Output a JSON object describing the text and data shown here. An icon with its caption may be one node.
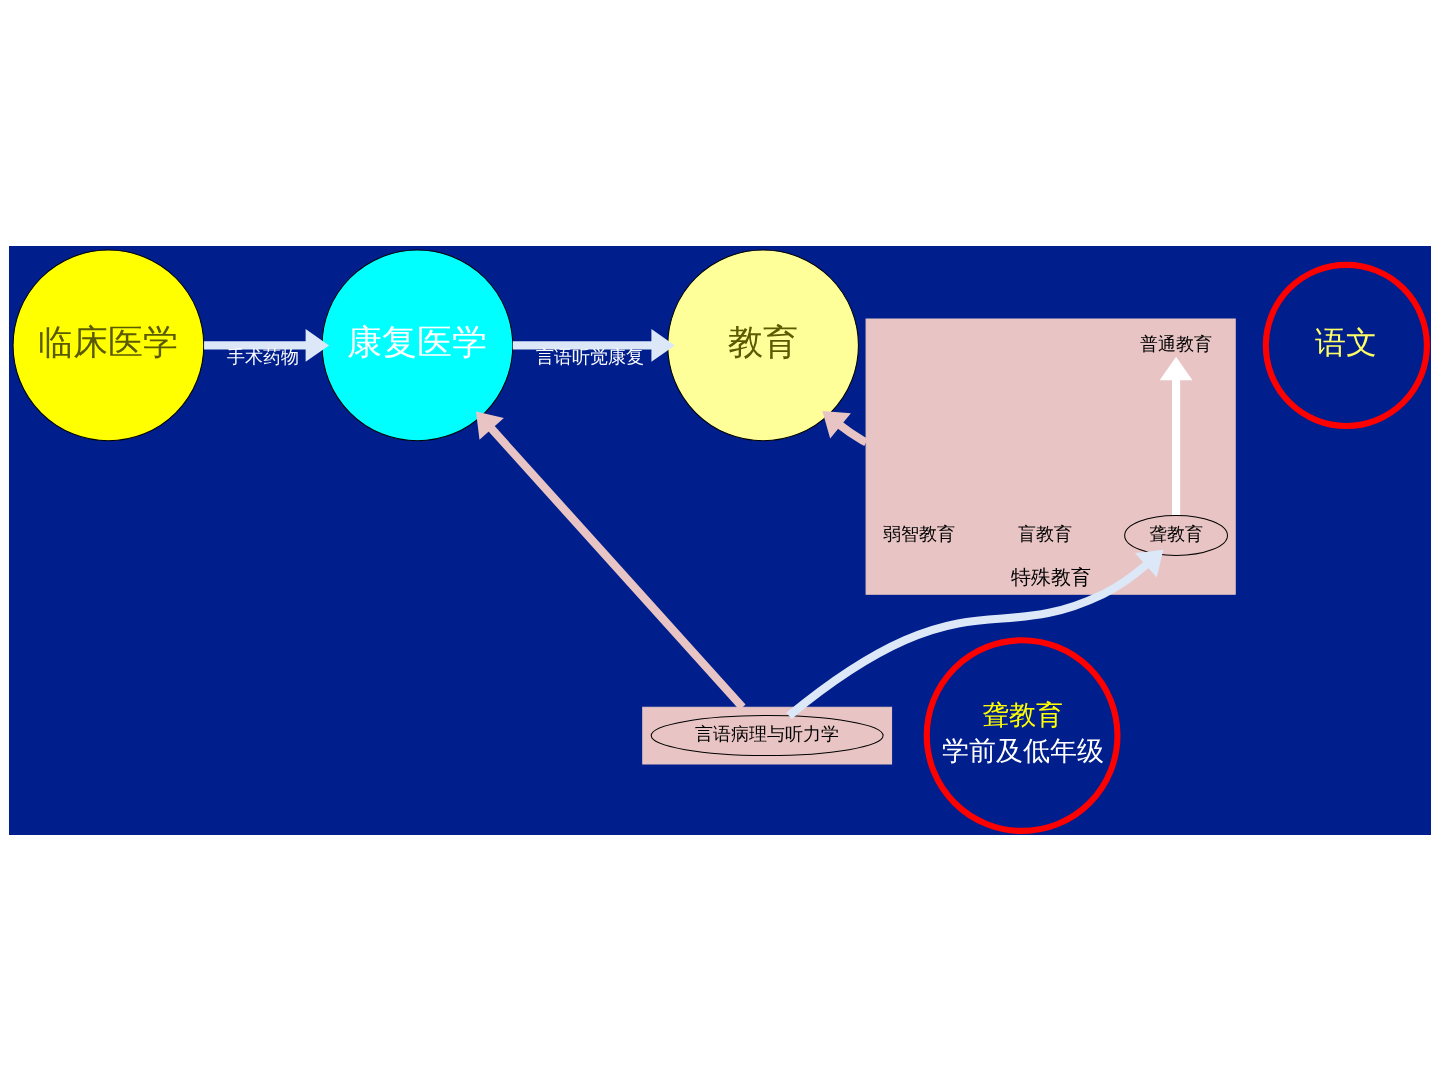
{
  "diagram": {
    "nodes": [
      {
        "text": [
          "临床医学"
        ]
      },
      {
        "text": [
          "康复医学"
        ]
      },
      {
        "text": [
          "教育"
        ]
      },
      {
        "text": [
          "聋教育",
          "学前及低年级"
        ]
      },
      {
        "text": [
          "语文"
        ]
      },
      {
        "text": [],
        "shape": "box"
      },
      {
        "text": [
          "言语病理与听力学"
        ],
        "in": 5
      },
      {
        "text": [
          "特殊教育"
        ]
      },
      {
        "text": [
          "聋教育"
        ],
        "in": 7
      },
      {
        "text": [
          "普通教育"
        ],
        "in": 7
      }
    ],
    "edges": [
      {
        "from": 0,
        "to": 1,
        "arrow": "to",
        "label": "手术药物"
      },
      {
        "from": 1,
        "to": 2,
        "arrow": "to",
        "label": "言语听觉康复"
      },
      {
        "from": 5,
        "to": 1,
        "arrow": "to",
        "color": "#e8c4c4"
      },
      {
        "from": 7,
        "to": 2,
        "arrow": "to",
        "color": "#e8c4c4"
      },
      {
        "from": 6,
        "to": 8,
        "arrow": "to"
      },
      {
        "from": 8,
        "to": 9,
        "arrow": "to",
        "color": "#ffffff"
      }
    ],
    "labels": [
      "盲教育",
      "弱智教育"
    ]
  }
}
